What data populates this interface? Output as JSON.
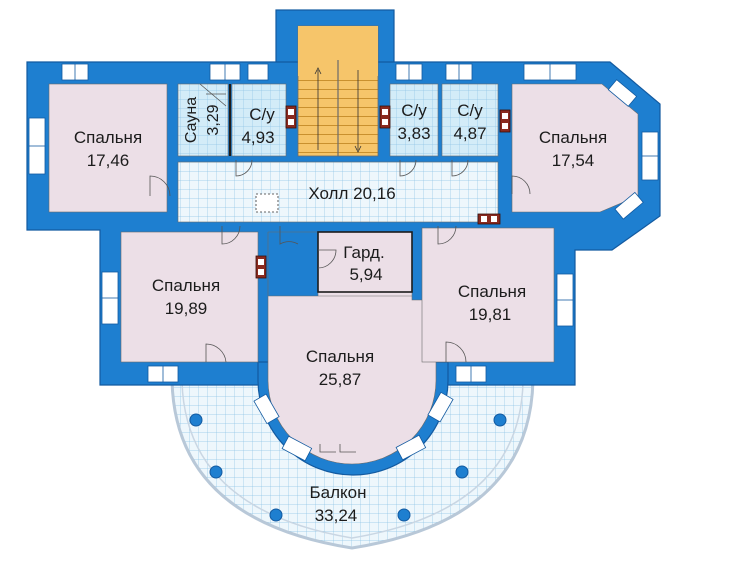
{
  "rooms": {
    "bedroom_top_left": {
      "name": "Спальня",
      "area": "17,46"
    },
    "sauna": {
      "name": "Сауна",
      "area": "3,29"
    },
    "bath_1": {
      "name": "С/у",
      "area": "4,93"
    },
    "bath_2": {
      "name": "С/у",
      "area": "3,83"
    },
    "bath_3": {
      "name": "С/у",
      "area": "4,87"
    },
    "bedroom_top_right": {
      "name": "Спальня",
      "area": "17,54"
    },
    "hall": {
      "label": "Холл 20,16"
    },
    "bedroom_mid_left": {
      "name": "Спальня",
      "area": "19,89"
    },
    "wardrobe": {
      "name": "Гард.",
      "area": "5,94"
    },
    "bedroom_mid_right": {
      "name": "Спальня",
      "area": "19,81"
    },
    "bedroom_center": {
      "name": "Спальня",
      "area": "25,87"
    },
    "balcony": {
      "name": "Балкон",
      "area": "33,24"
    }
  },
  "colors": {
    "wall": "#1e7fd0",
    "wall_dark": "#135aa0",
    "room_fill": "#ecdfe7",
    "wet_room_fill": "#d3ecf8",
    "tile_grid": "#8fc4e6",
    "stair": "#f6c56a",
    "window_frame": "#ffffff",
    "chimney": "#8a2a1f"
  }
}
